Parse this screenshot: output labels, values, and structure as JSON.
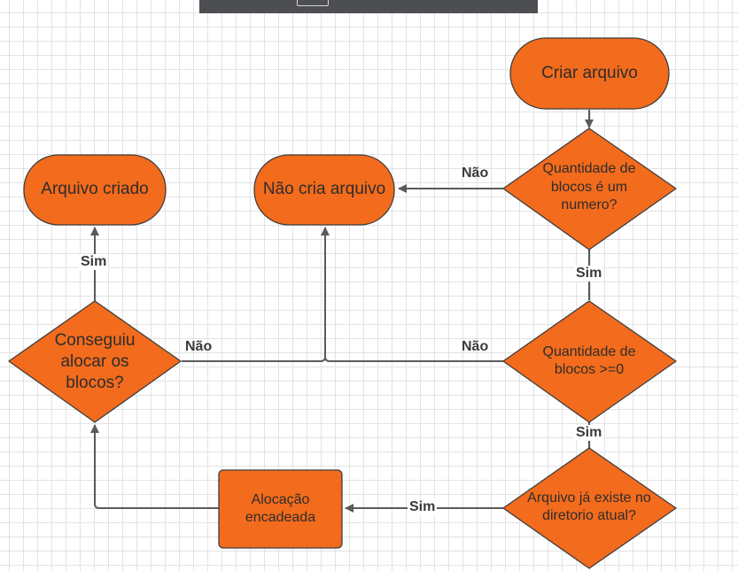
{
  "diagram": {
    "colors": {
      "fill": "#f36b1c",
      "stroke": "#3e3e3e",
      "connector": "#5a5a5a",
      "text": "#2d2d2d"
    },
    "nodes": {
      "criar": "Criar arquivo",
      "q_numero": "Quantidade de blocos é um numero?",
      "nao_cria": "Não cria arquivo",
      "arquivo_criado": "Arquivo criado",
      "q_maior_zero": "Quantidade de blocos >=0",
      "q_existe": "Arquivo já existe no diretorio atual?",
      "alocacao": "Alocação encadeada",
      "conseguiu": "Conseguiu alocar os blocos?"
    },
    "labels": {
      "nao": "Não",
      "sim": "Sim"
    }
  }
}
